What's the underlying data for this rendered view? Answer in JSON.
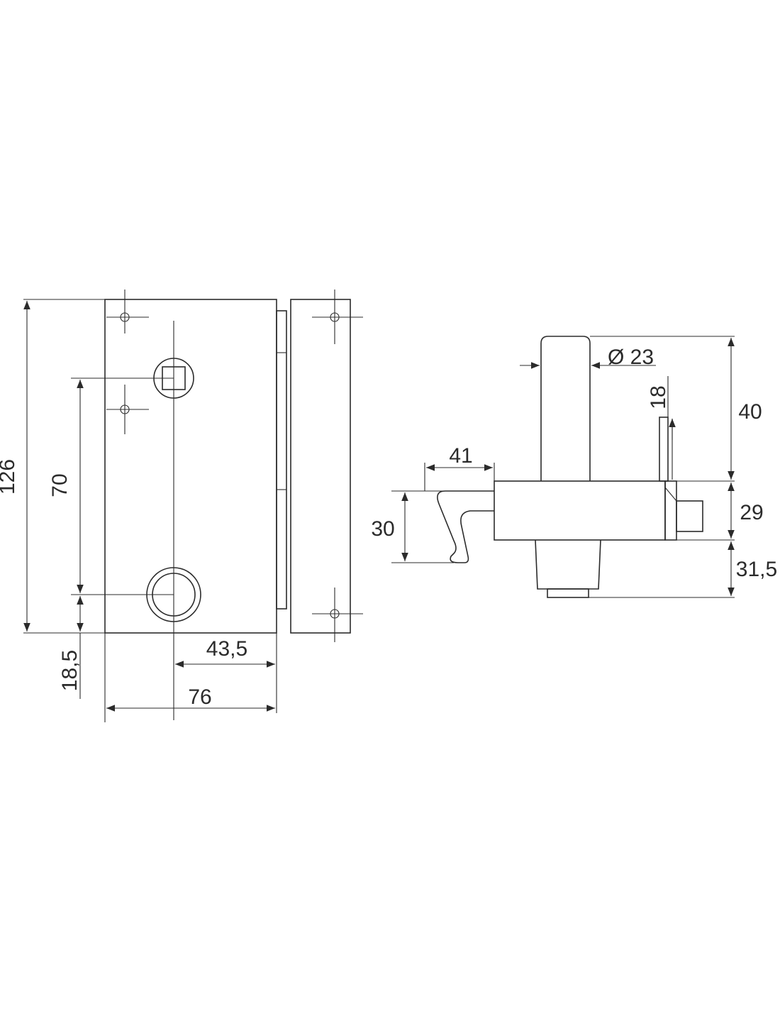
{
  "dimensions": {
    "height_total": "126",
    "hole_spacing": "70",
    "bottom_offset": "18,5",
    "axis_to_edge": "43,5",
    "width_total": "76",
    "cylinder_diameter": "Ø 23",
    "tab_height": "18",
    "cylinder_height": "40",
    "hook_width": "41",
    "hook_height": "30",
    "body_height": "29",
    "lower_height": "31,5"
  },
  "colors": {
    "line": "#2b2b2b",
    "background": "#ffffff"
  }
}
